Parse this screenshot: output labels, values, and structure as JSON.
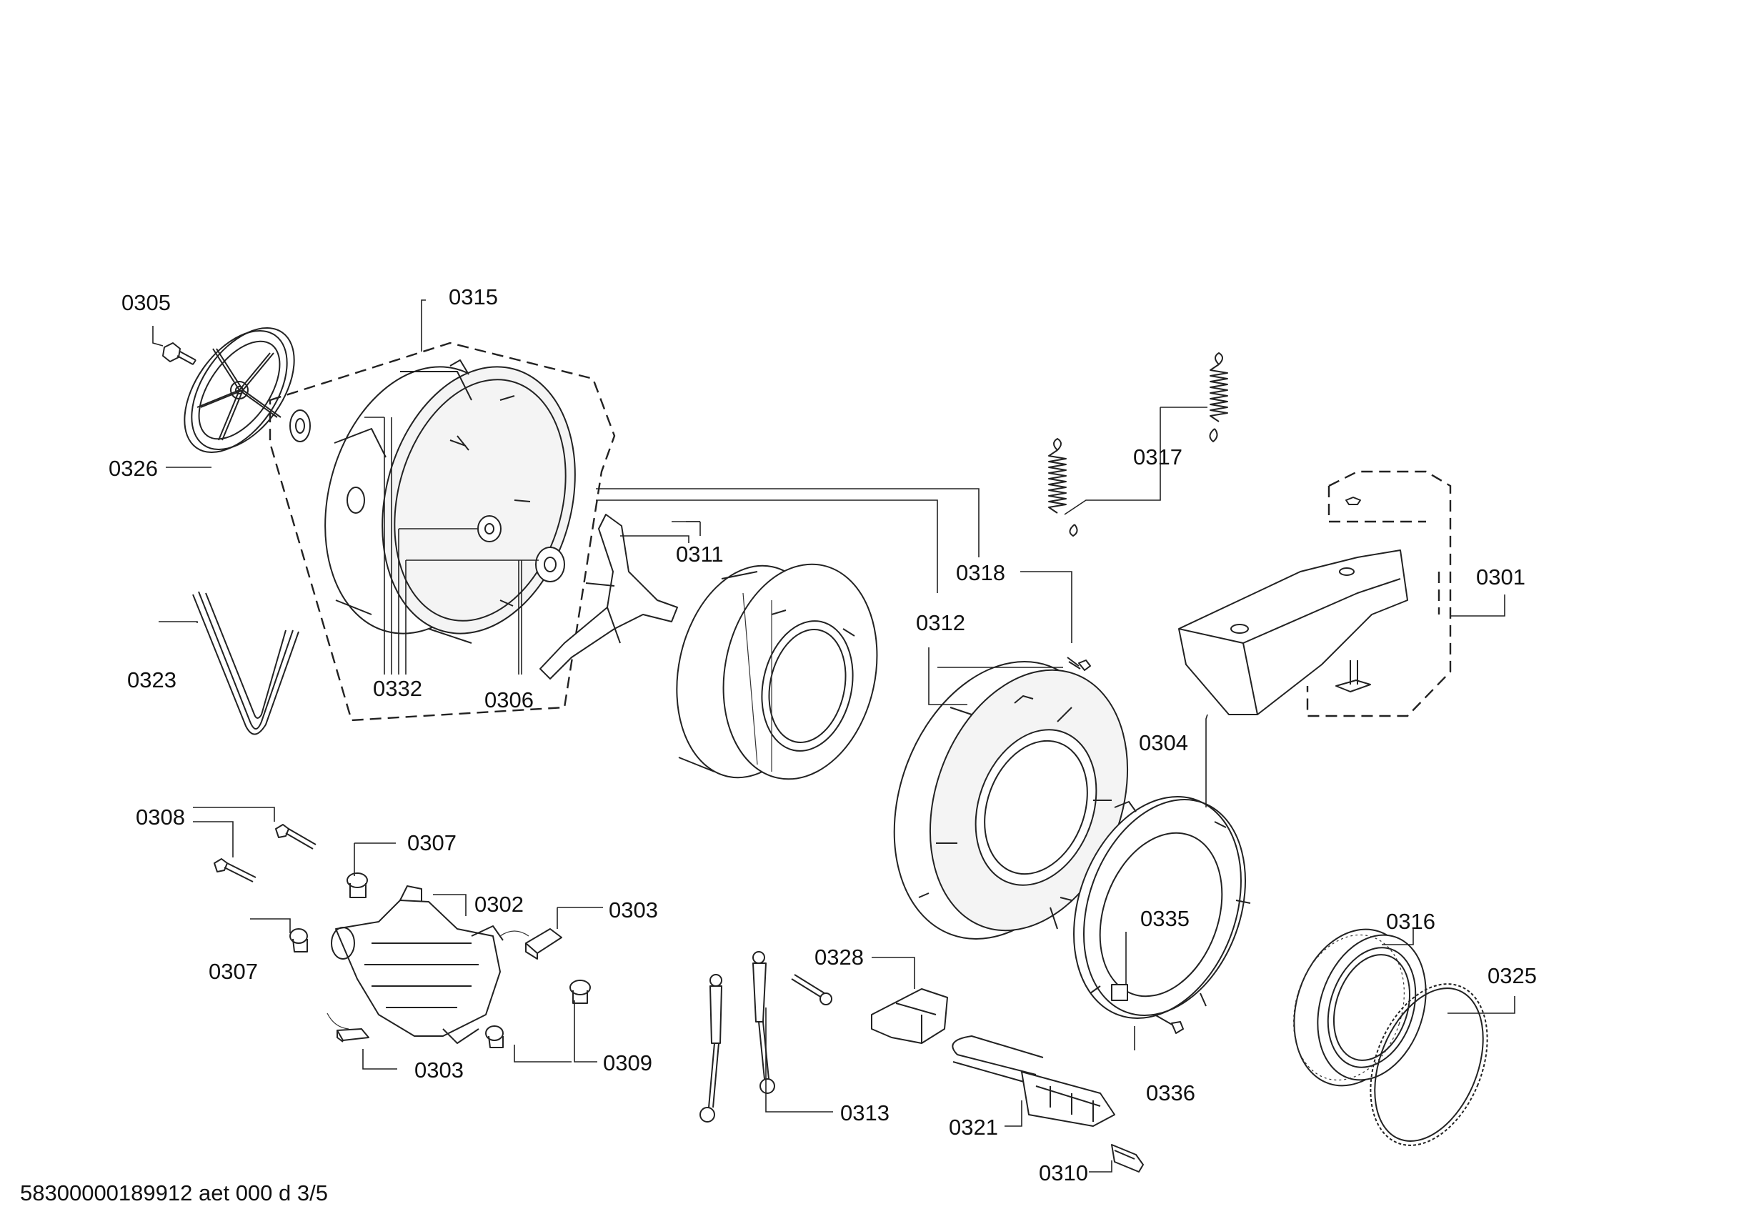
{
  "parts": {
    "p0305": "0305",
    "p0315": "0315",
    "p0326": "0326",
    "p0323": "0323",
    "p0332": "0332",
    "p0306": "0306",
    "p0311": "0311",
    "p0318": "0318",
    "p0312": "0312",
    "p0317": "0317",
    "p0301": "0301",
    "p0304": "0304",
    "p0308": "0308",
    "p0307a": "0307",
    "p0307b": "0307",
    "p0302": "0302",
    "p0303a": "0303",
    "p0303b": "0303",
    "p0309": "0309",
    "p0328": "0328",
    "p0313": "0313",
    "p0321": "0321",
    "p0310": "0310",
    "p0335": "0335",
    "p0336": "0336",
    "p0316": "0316",
    "p0325": "0325"
  },
  "footer": {
    "document_code": "58300000189912 aet 000 d 3/5"
  }
}
